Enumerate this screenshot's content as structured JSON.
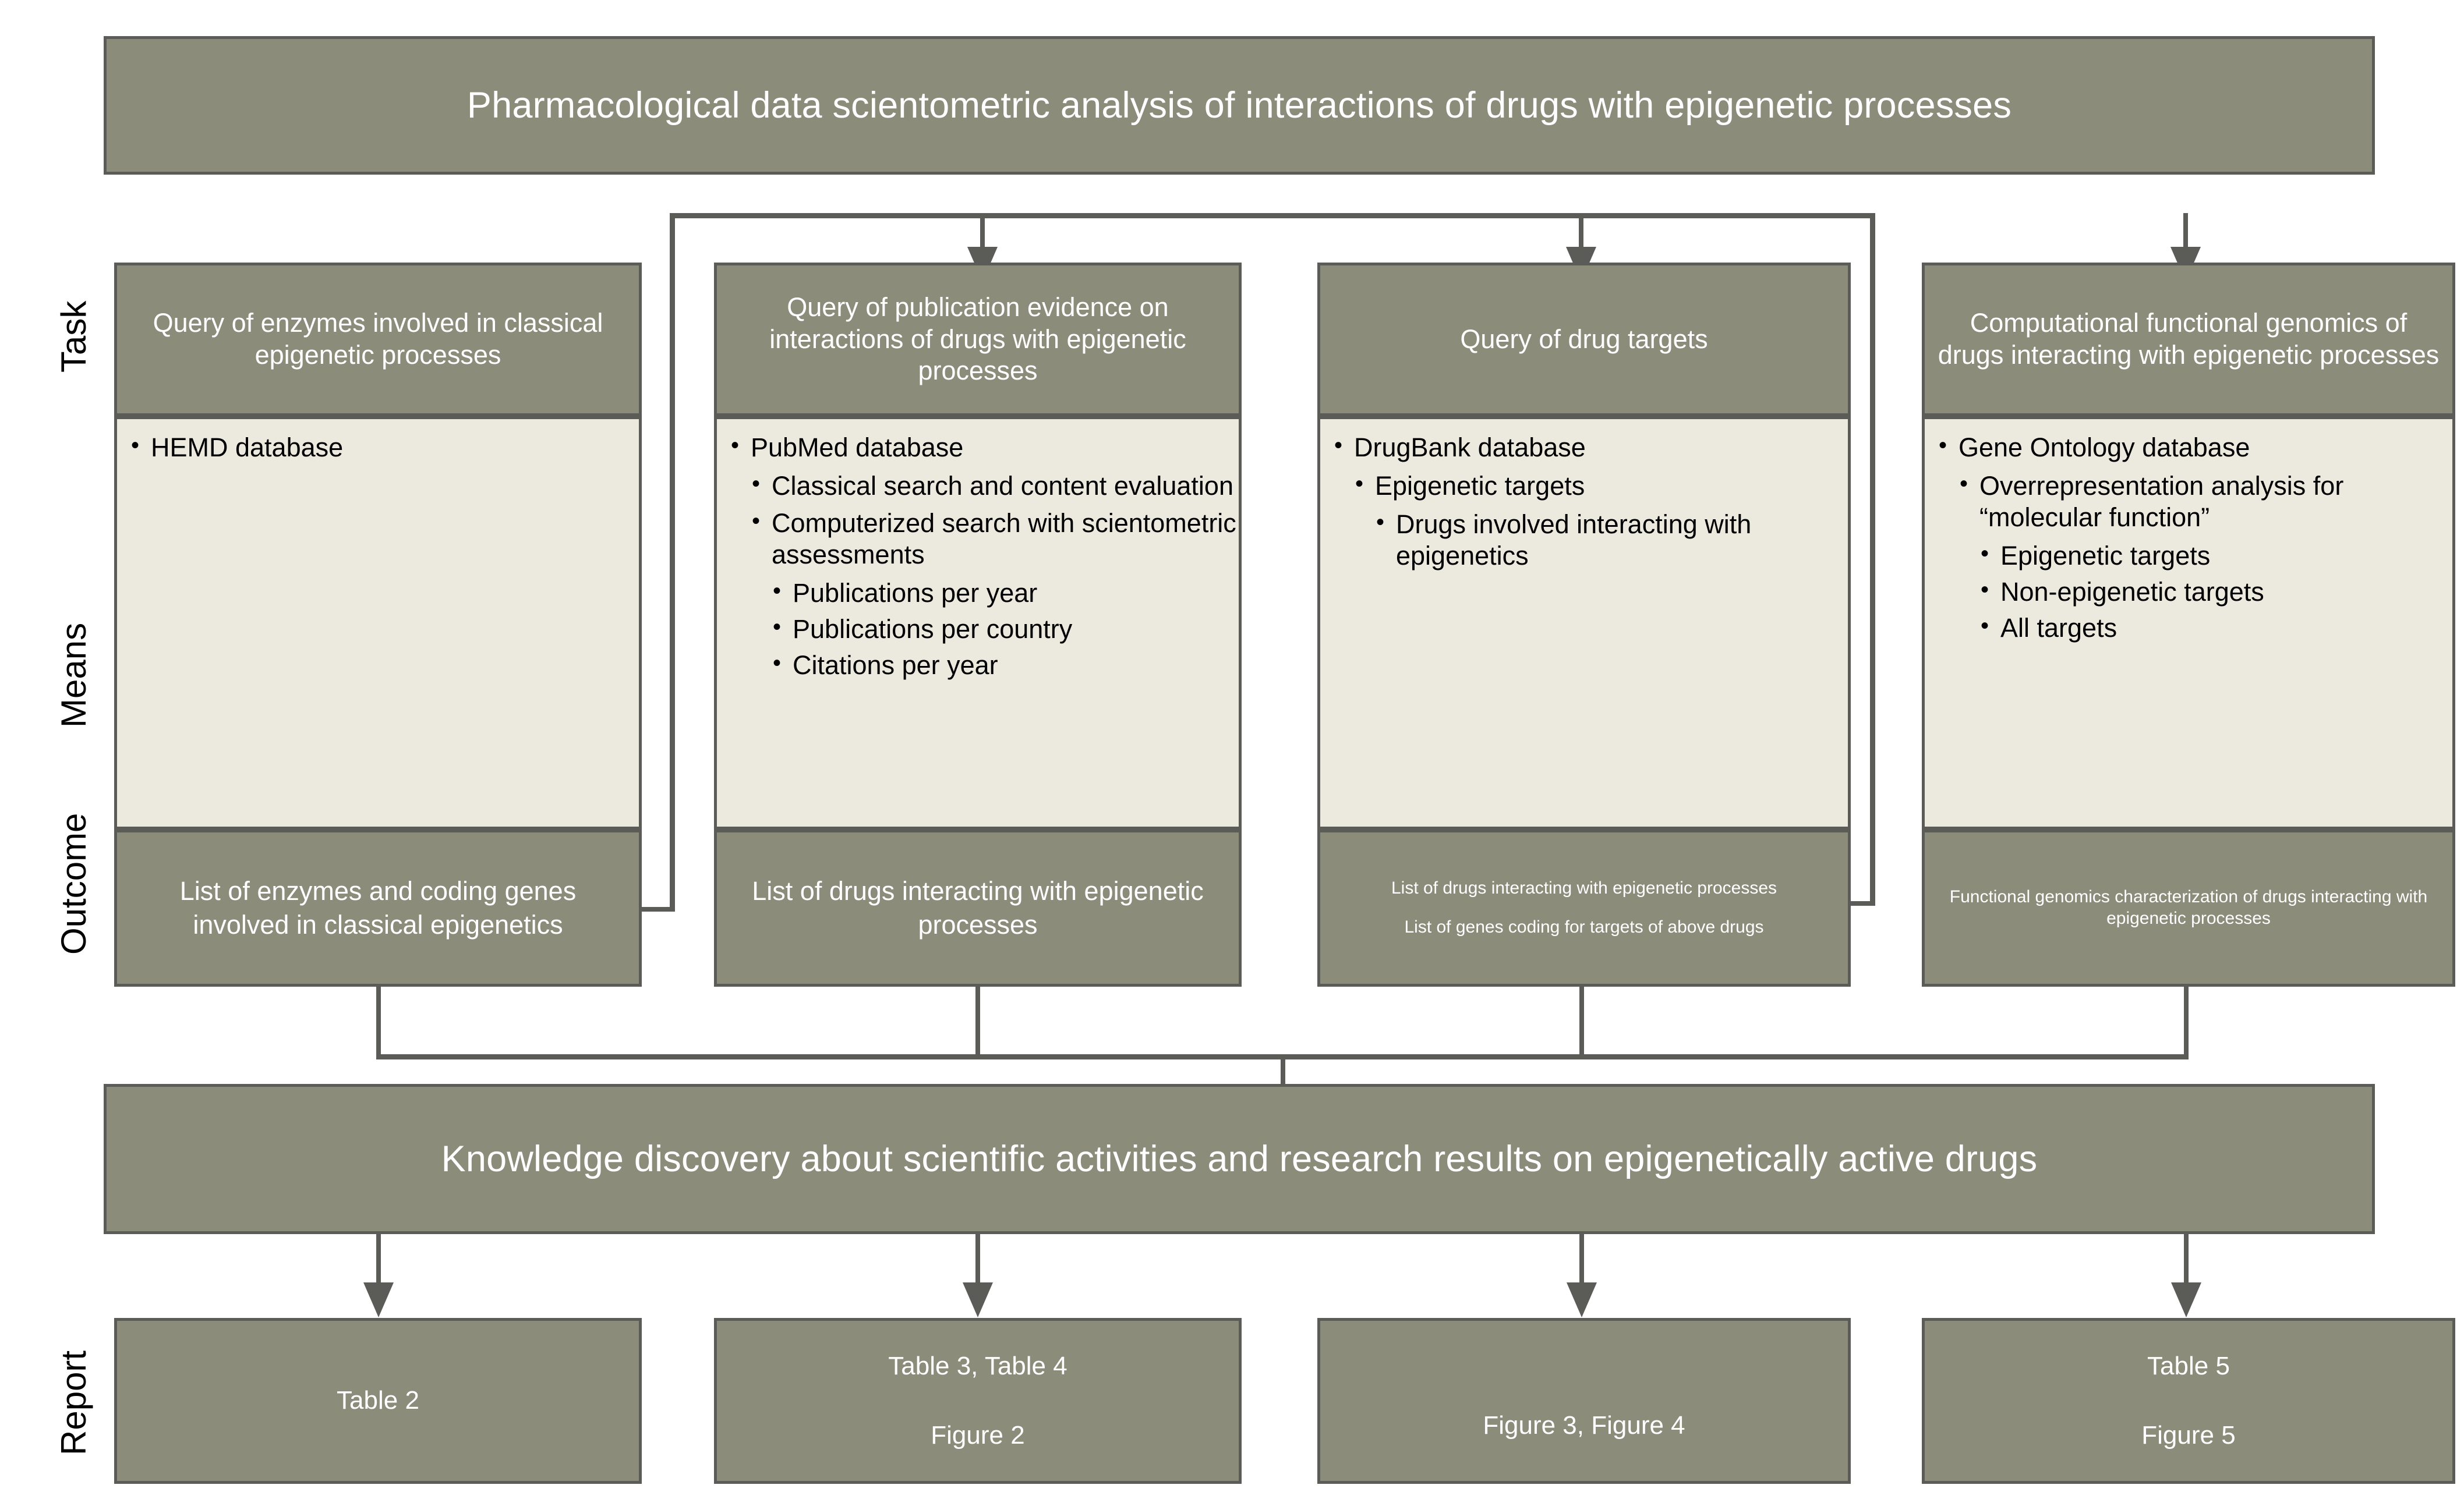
{
  "title_banner": "Pharmacological data scientometric analysis of interactions of drugs with epigenetic processes",
  "row_labels": {
    "task": "Task",
    "means": "Means",
    "outcome": "Outcome",
    "report": "Report"
  },
  "columns": [
    {
      "task": "Query of enzymes involved in classical epigenetic processes",
      "means": [
        {
          "level": 1,
          "text": "HEMD database"
        }
      ],
      "outcome": [
        "List of enzymes and coding genes involved in classical epigenetics"
      ],
      "outcome_small": false,
      "report": [
        "Table 2"
      ],
      "report_offset": false
    },
    {
      "task": "Query of publication evidence on interactions of drugs with epigenetic  processes",
      "means": [
        {
          "level": 1,
          "text": "PubMed database"
        },
        {
          "level": 2,
          "text": "Classical search and content evaluation"
        },
        {
          "level": 2,
          "text": "Computerized search with scientometric assessments"
        },
        {
          "level": 3,
          "text": "Publications per year"
        },
        {
          "level": 3,
          "text": "Publications per country"
        },
        {
          "level": 3,
          "text": "Citations per year"
        }
      ],
      "outcome": [
        "List of drugs interacting with epigenetic processes"
      ],
      "outcome_small": false,
      "report": [
        "Table 3, Table 4",
        "Figure 2"
      ],
      "report_offset": false
    },
    {
      "task": "Query of drug targets",
      "means": [
        {
          "level": 1,
          "text": "DrugBank database"
        },
        {
          "level": 2,
          "text": "Epigenetic targets"
        },
        {
          "level": 3,
          "text": "Drugs involved interacting with epigenetics"
        }
      ],
      "outcome": [
        "List of drugs interacting with epigenetic processes",
        "List of genes coding for targets of above drugs"
      ],
      "outcome_small": true,
      "report": [
        "Figure 3, Figure 4"
      ],
      "report_offset": true
    },
    {
      "task": "Computational functional genomics of drugs interacting with epigenetic processes",
      "means": [
        {
          "level": 1,
          "text": "Gene Ontology database"
        },
        {
          "level": 2,
          "text": "Overrepresentation analysis for “molecular function”"
        },
        {
          "level": 3,
          "text": "Epigenetic targets"
        },
        {
          "level": 3,
          "text": "Non-epigenetic targets"
        },
        {
          "level": 3,
          "text": "All targets"
        }
      ],
      "outcome": [
        "Functional genomics characterization of drugs interacting with epigenetic processes"
      ],
      "outcome_small": true,
      "report": [
        "Table 5",
        "Figure 5"
      ],
      "report_offset": false
    }
  ],
  "knowledge_banner": "Knowledge discovery about scientific activities and research results on epigenetically active drugs",
  "colors": {
    "box_fill_dark": "#8b8c7a",
    "box_fill_light": "#eceade",
    "border": "#5b5c58",
    "text_on_dark": "#ffffff",
    "text_on_light": "#000000",
    "page_background": "#ffffff"
  }
}
